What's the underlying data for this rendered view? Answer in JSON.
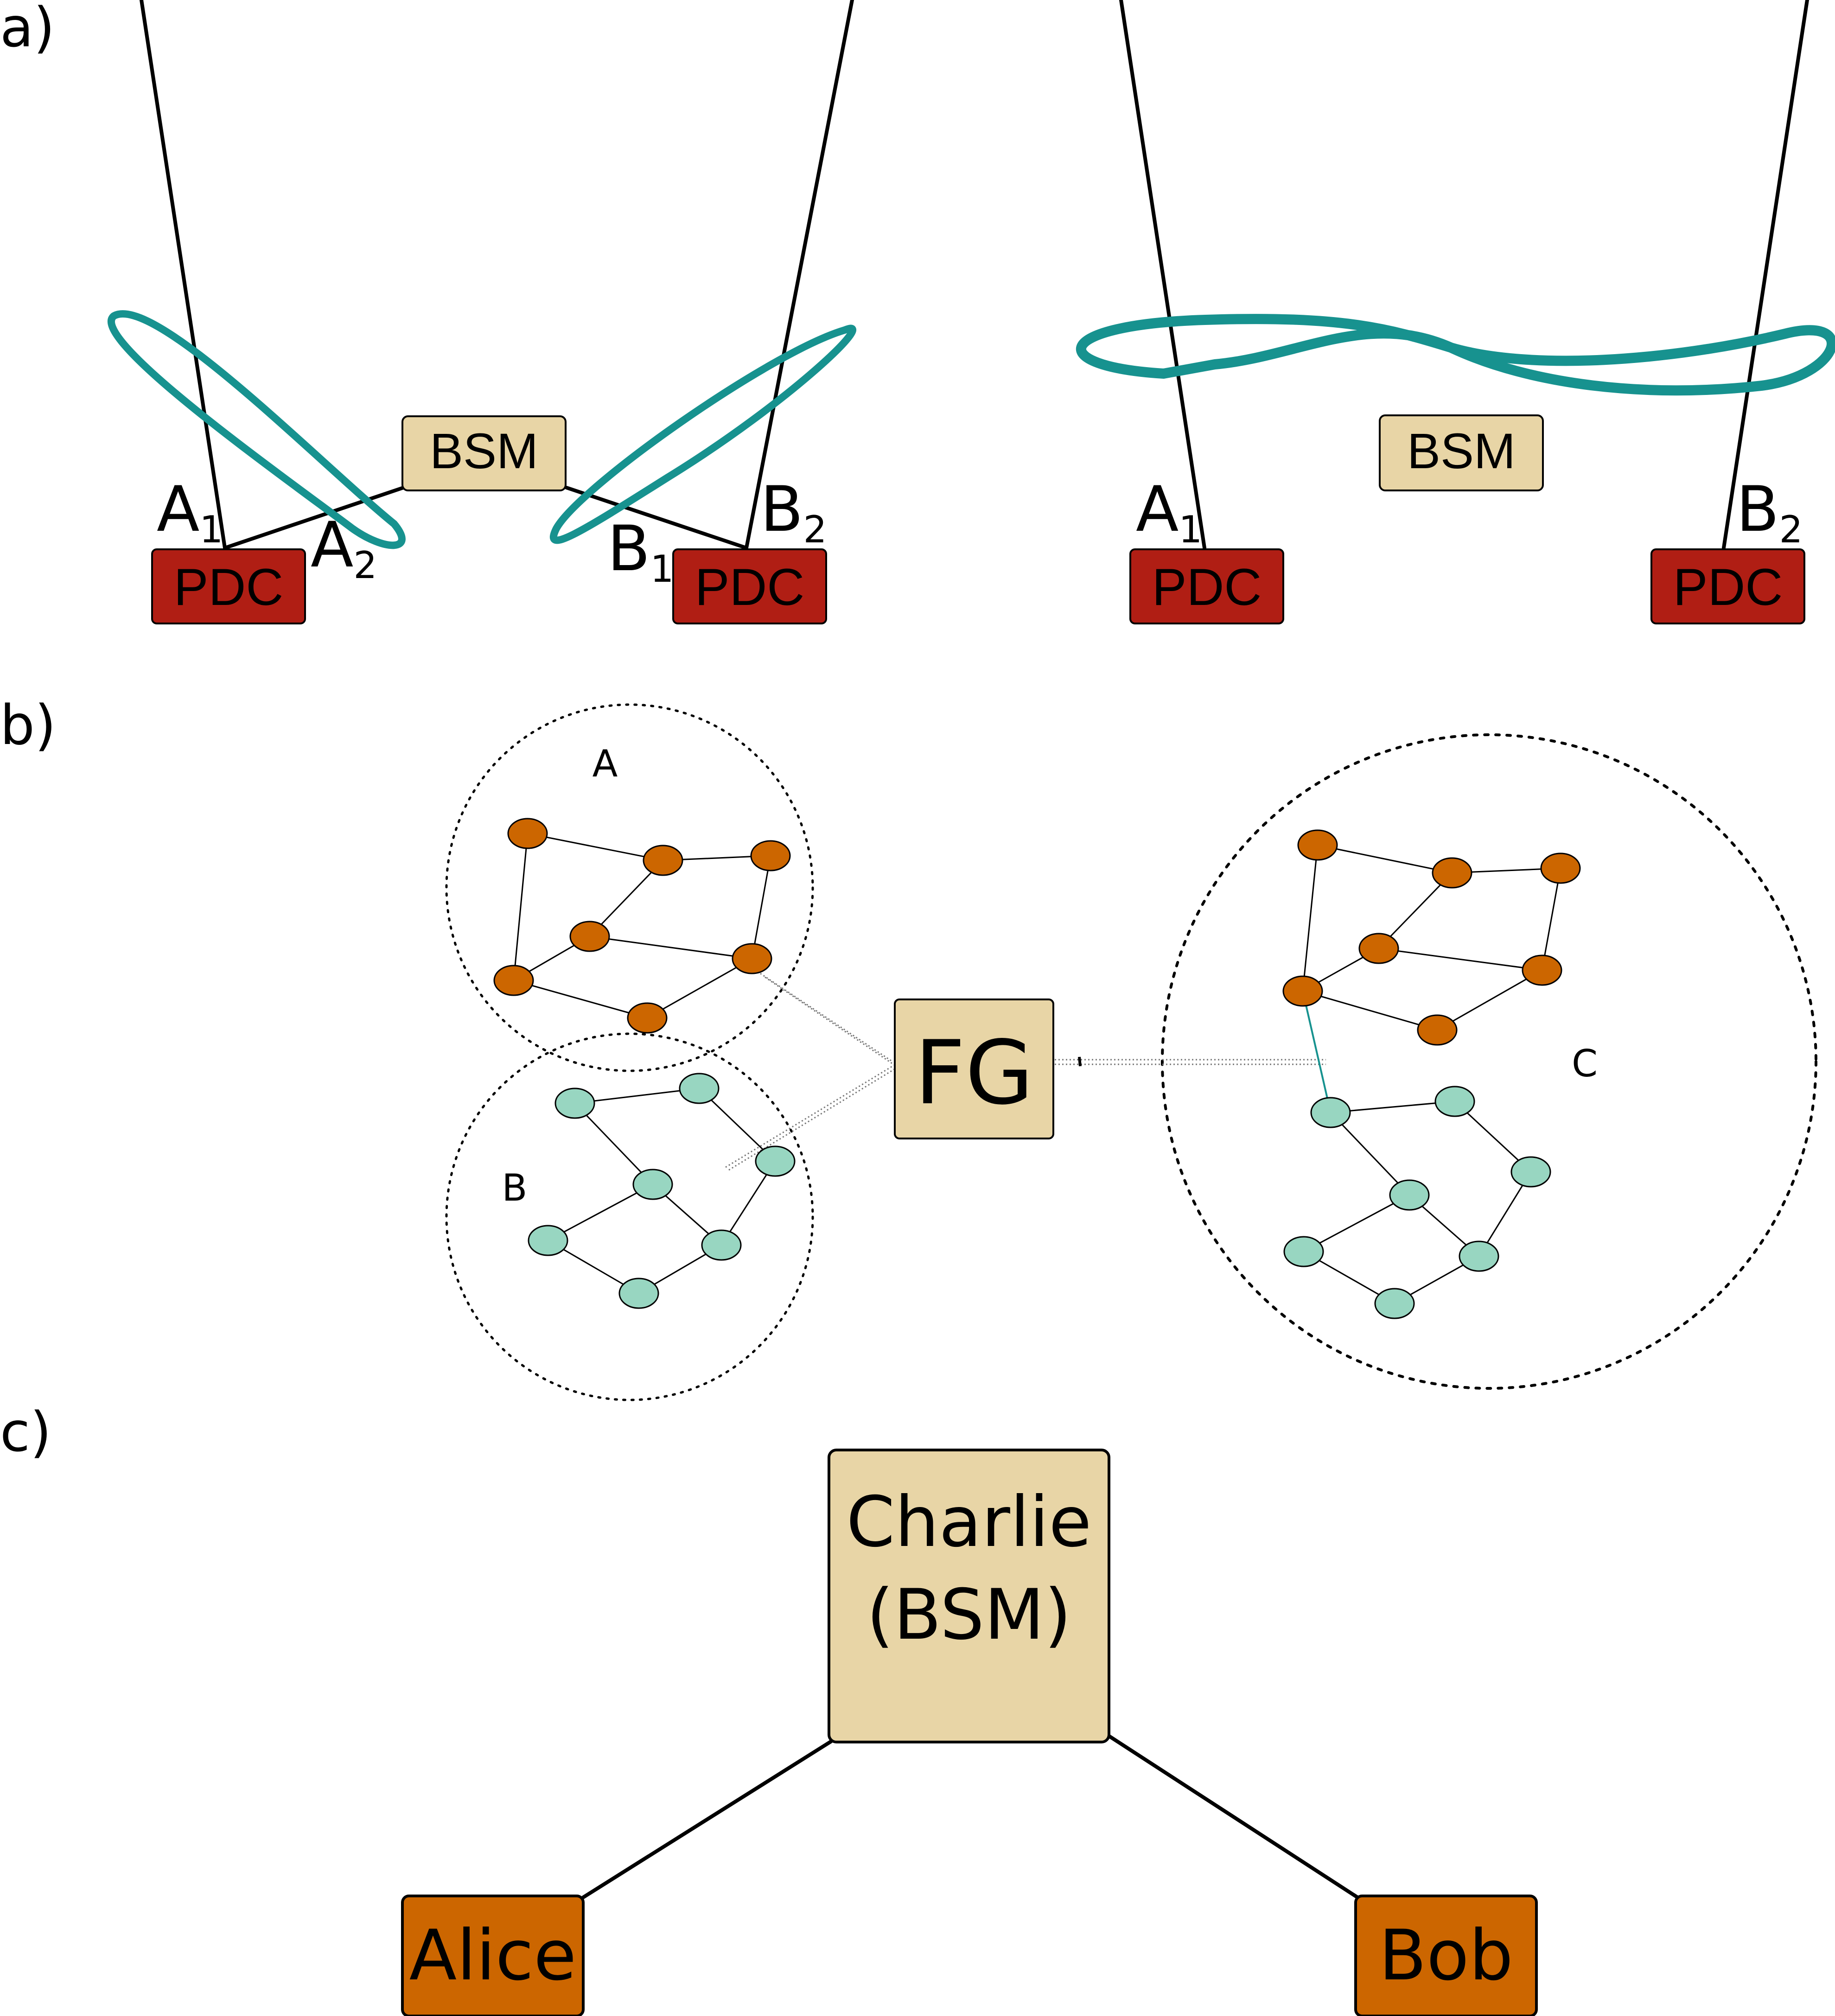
{
  "panel_labels": {
    "a": "a)",
    "b": "b)",
    "c": "c)"
  },
  "panel_a": {
    "left": {
      "bsm": "BSM",
      "pdc_left": "PDC",
      "pdc_right": "PDC",
      "A": "A",
      "A1_sub": "1",
      "A2_sub": "2",
      "B": "B",
      "B1_sub": "1",
      "B2_sub": "2"
    },
    "right": {
      "bsm": "BSM",
      "pdc_left": "PDC",
      "pdc_right": "PDC",
      "A": "A",
      "A1_sub": "1",
      "B": "B",
      "B2_sub": "2"
    }
  },
  "panel_b": {
    "fg": "FG",
    "cluster_a": "A",
    "cluster_b": "B",
    "cluster_c": "C"
  },
  "panel_c": {
    "charlie_line1": "Charlie",
    "charlie_line2": "(BSM)",
    "alice": "Alice",
    "bob": "Bob"
  },
  "colors": {
    "pdc_fill": "#b01e14",
    "bsm_fill": "#e8d5a6",
    "teal": "#17928f",
    "orange_node": "#cc6600",
    "green_node": "#98d6c1",
    "party_fill": "#cc6600"
  }
}
